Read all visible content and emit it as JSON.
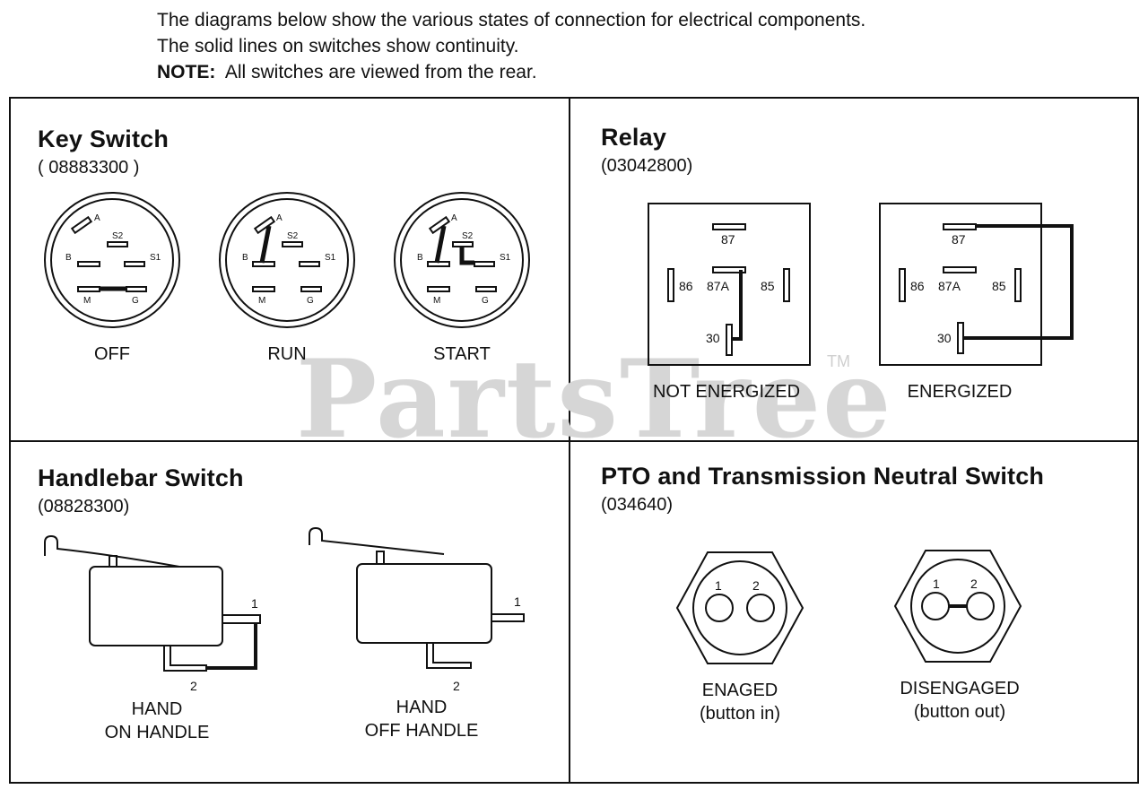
{
  "intro": {
    "line1": "The diagrams below show the various states of connection for electrical components.",
    "line2": "The solid lines on switches show continuity.",
    "note_label": "NOTE:",
    "note_text": "All switches are viewed from the rear."
  },
  "watermark": {
    "text": "PartsTree",
    "tm": "TM"
  },
  "key_switch": {
    "title": "Key Switch",
    "part": "( 08883300 )",
    "terminals": {
      "a": "A",
      "s2": "S2",
      "b": "B",
      "s1": "S1",
      "m": "M",
      "g": "G"
    },
    "states": [
      "OFF",
      "RUN",
      "START"
    ]
  },
  "relay": {
    "title": "Relay",
    "part": "(03042800)",
    "terminals": {
      "t87": "87",
      "t86": "86",
      "t87a": "87A",
      "t85": "85",
      "t30": "30"
    },
    "states": [
      "NOT ENERGIZED",
      "ENERGIZED"
    ]
  },
  "handlebar": {
    "title": "Handlebar Switch",
    "part": "(08828300)",
    "terminals": {
      "t1": "1",
      "t2": "2"
    },
    "states": [
      {
        "line1": "HAND",
        "line2": "ON HANDLE"
      },
      {
        "line1": "HAND",
        "line2": "OFF HANDLE"
      }
    ]
  },
  "pto": {
    "title": "PTO and Transmission Neutral Switch",
    "part": "(034640)",
    "terminals": {
      "t1": "1",
      "t2": "2"
    },
    "states": [
      {
        "line1": "ENAGED",
        "line2": "(button in)"
      },
      {
        "line1": "DISENGAGED",
        "line2": "(button out)"
      }
    ]
  }
}
